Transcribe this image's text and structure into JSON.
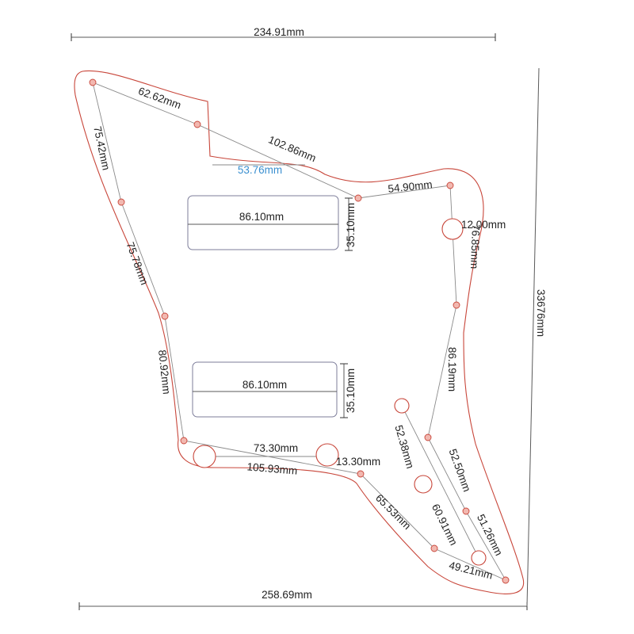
{
  "dimensions": {
    "top_width": "234.91mm",
    "bottom_width": "258.69mm",
    "height": "33676mm",
    "seg_top_left": "62.62mm",
    "seg_top_mid": "102.86mm",
    "notch_width": "53.76mm",
    "seg_top_right": "54.90mm",
    "control_hole": "12.00mm",
    "right_upper": "76.85mm",
    "left_upper": "75.42mm",
    "left_mid": "75.78mm",
    "left_lower": "80.92mm",
    "right_mid": "86.19mm",
    "right_lower": "52.50mm",
    "horn_inner": "52.38mm",
    "horn_inner2": "60.91mm",
    "horn_outer": "51.26mm",
    "bottom_right": "49.21mm",
    "lower_cut": "65.53mm",
    "bottom_left_a": "73.30mm",
    "bottom_left_b": "105.93mm",
    "jack_hole": "13.30mm"
  },
  "pickups": {
    "upper": {
      "width": "86.10mm",
      "height": "35.10mm"
    },
    "lower": {
      "width": "86.10mm",
      "height": "35.10mm"
    }
  }
}
